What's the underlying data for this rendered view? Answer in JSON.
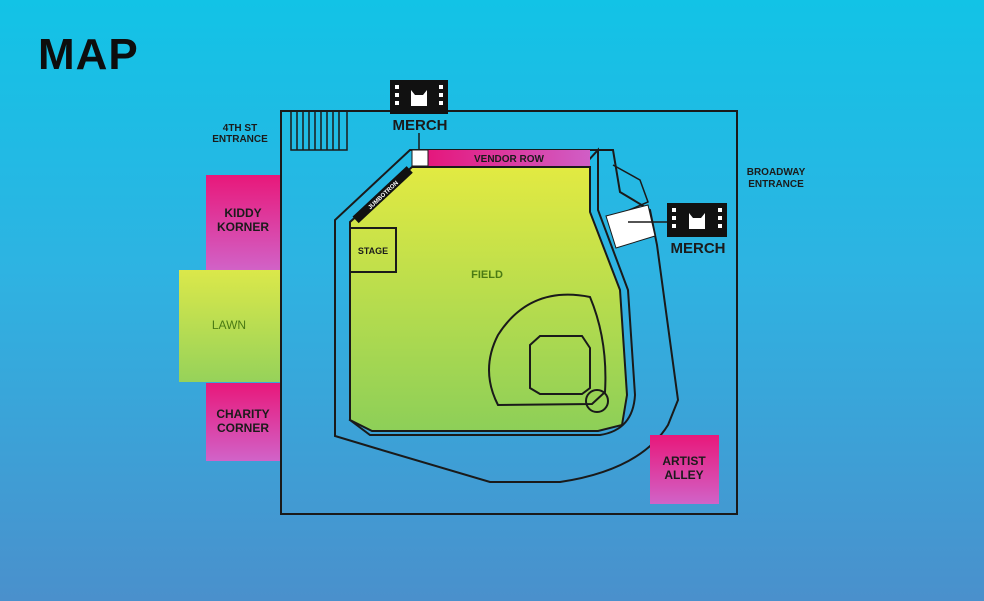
{
  "title": "MAP",
  "entrances": {
    "fourth_st": {
      "line1": "4TH ST",
      "line2": "ENTRANCE"
    },
    "broadway": {
      "line1": "BROADWAY",
      "line2": "ENTRANCE"
    }
  },
  "areas": {
    "kiddy_korner": {
      "line1": "KIDDY",
      "line2": "KORNER"
    },
    "lawn": "LAWN",
    "charity_corner": {
      "line1": "CHARITY",
      "line2": "CORNER"
    },
    "artist_alley": {
      "line1": "ARTIST",
      "line2": "ALLEY"
    },
    "vendor_row": "VENDOR ROW",
    "field": "FIELD",
    "stage": "STAGE",
    "jumbotron": "JUMBOTRON"
  },
  "merch": {
    "top": "MERCH",
    "right": "MERCH"
  },
  "colors": {
    "magenta": "#e0197f",
    "pink_light": "#d65cc0",
    "field_yellow": "#dfe94a",
    "field_green": "#8fd156",
    "outline": "#1a1a1a",
    "white": "#ffffff"
  }
}
